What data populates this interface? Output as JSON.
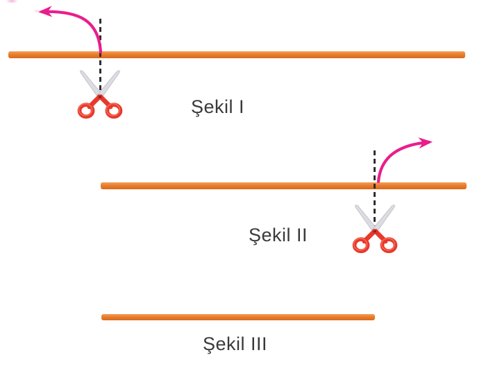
{
  "figures": [
    {
      "label": "Şekil I"
    },
    {
      "label": "Şekil II"
    },
    {
      "label": "Şekil III"
    }
  ],
  "icons": {
    "scissors": "scissors-icon",
    "arrow_left": "curved-arrow-left-icon",
    "arrow_right": "curved-arrow-right-icon"
  },
  "colors": {
    "bar": "#e87e2e",
    "bar-top": "#f4a05a",
    "bar-bottom": "#d8691c",
    "arrow": "#ea1d8d",
    "dash": "#2e2e2e",
    "scissors-handle": "#e8392c",
    "scissors-handle-light": "#ff8a70",
    "scissors-blade": "#dcdde2",
    "scissors-blade-edge": "#b9bac2",
    "scissors-pivot": "#d2342a",
    "label": "#3a3a3a"
  }
}
